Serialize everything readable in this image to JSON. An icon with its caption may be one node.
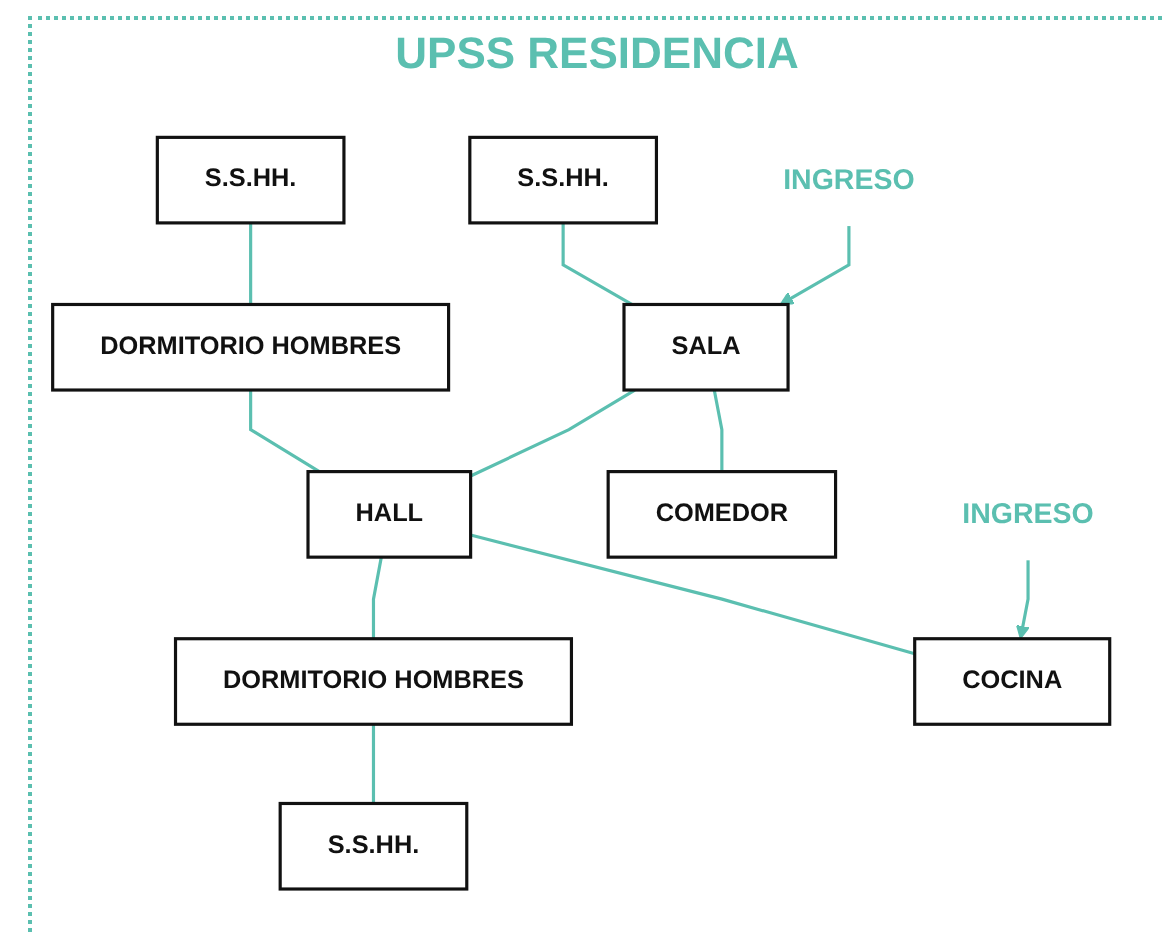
{
  "diagram": {
    "title": "UPSS RESIDENCIA",
    "nodes": [
      {
        "text": [
          "INGRESO"
        ]
      },
      {
        "text": [
          "S.S.HH."
        ]
      },
      {
        "text": [
          "SALA"
        ]
      },
      {
        "text": [
          "COMEDOR"
        ]
      },
      {
        "text": [
          "S.S.HH."
        ]
      },
      {
        "text": [
          "DORMITORIO HOMBRES"
        ]
      },
      {
        "text": [
          "HALL"
        ]
      },
      {
        "text": [
          "COCINA"
        ]
      },
      {
        "text": [
          "INGRESO"
        ]
      },
      {
        "text": [
          "DORMITORIO HOMBRES"
        ]
      },
      {
        "text": [
          "S.S.HH."
        ]
      }
    ],
    "edges": [
      {
        "from": 0,
        "to": 2,
        "arrow": "to"
      },
      {
        "from": 1,
        "to": 2,
        "arrow": "none"
      },
      {
        "from": 2,
        "to": 3,
        "arrow": "none"
      },
      {
        "from": 2,
        "to": 6,
        "arrow": "none"
      },
      {
        "from": 4,
        "to": 5,
        "arrow": "none"
      },
      {
        "from": 5,
        "to": 6,
        "arrow": "none"
      },
      {
        "from": 6,
        "to": 7,
        "arrow": "none"
      },
      {
        "from": 8,
        "to": 7,
        "arrow": "to"
      },
      {
        "from": 6,
        "to": 9,
        "arrow": "none"
      },
      {
        "from": 9,
        "to": 10,
        "arrow": "none"
      }
    ]
  }
}
